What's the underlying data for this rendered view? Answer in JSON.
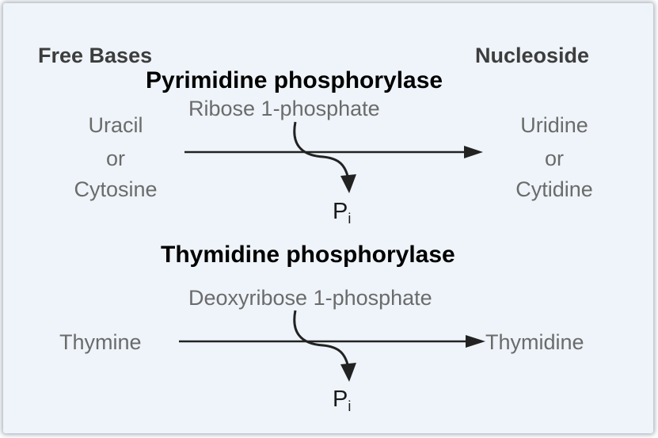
{
  "headers": {
    "left": "Free Bases",
    "right": "Nucleoside"
  },
  "reaction1": {
    "enzyme": "Pyrimidine phosphorylase",
    "cosubstrate": "Ribose 1-phosphate",
    "substrate_lines": [
      "Uracil",
      "or",
      "Cytosine"
    ],
    "product_lines": [
      "Uridine",
      "or",
      "Cytidine"
    ],
    "byproduct": "P",
    "byproduct_sub": "i"
  },
  "reaction2": {
    "enzyme": "Thymidine phosphorylase",
    "cosubstrate": "Deoxyribose 1-phosphate",
    "substrate": "Thymine",
    "product": "Thymidine",
    "byproduct": "P",
    "byproduct_sub": "i"
  },
  "colors": {
    "panel_bg": "#eef4f9",
    "label_text": "#6b6b6b",
    "arrow": "#222222"
  }
}
